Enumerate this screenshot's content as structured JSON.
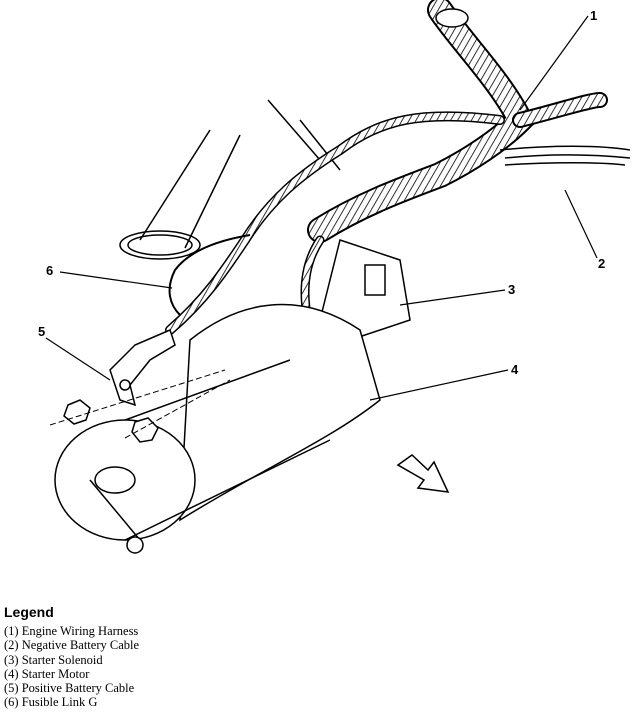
{
  "callouts": [
    "1",
    "2",
    "3",
    "4",
    "5",
    "6"
  ],
  "legend": {
    "title": "Legend",
    "items": [
      "(1)  Engine  Wiring  Harness",
      "(2)  Negative  Battery  Cable",
      "(3)  Starter  Solenoid",
      "(4)  Starter  Motor",
      "(5)  Positive  Battery  Cable",
      "(6)  Fusible  Link  G"
    ]
  }
}
